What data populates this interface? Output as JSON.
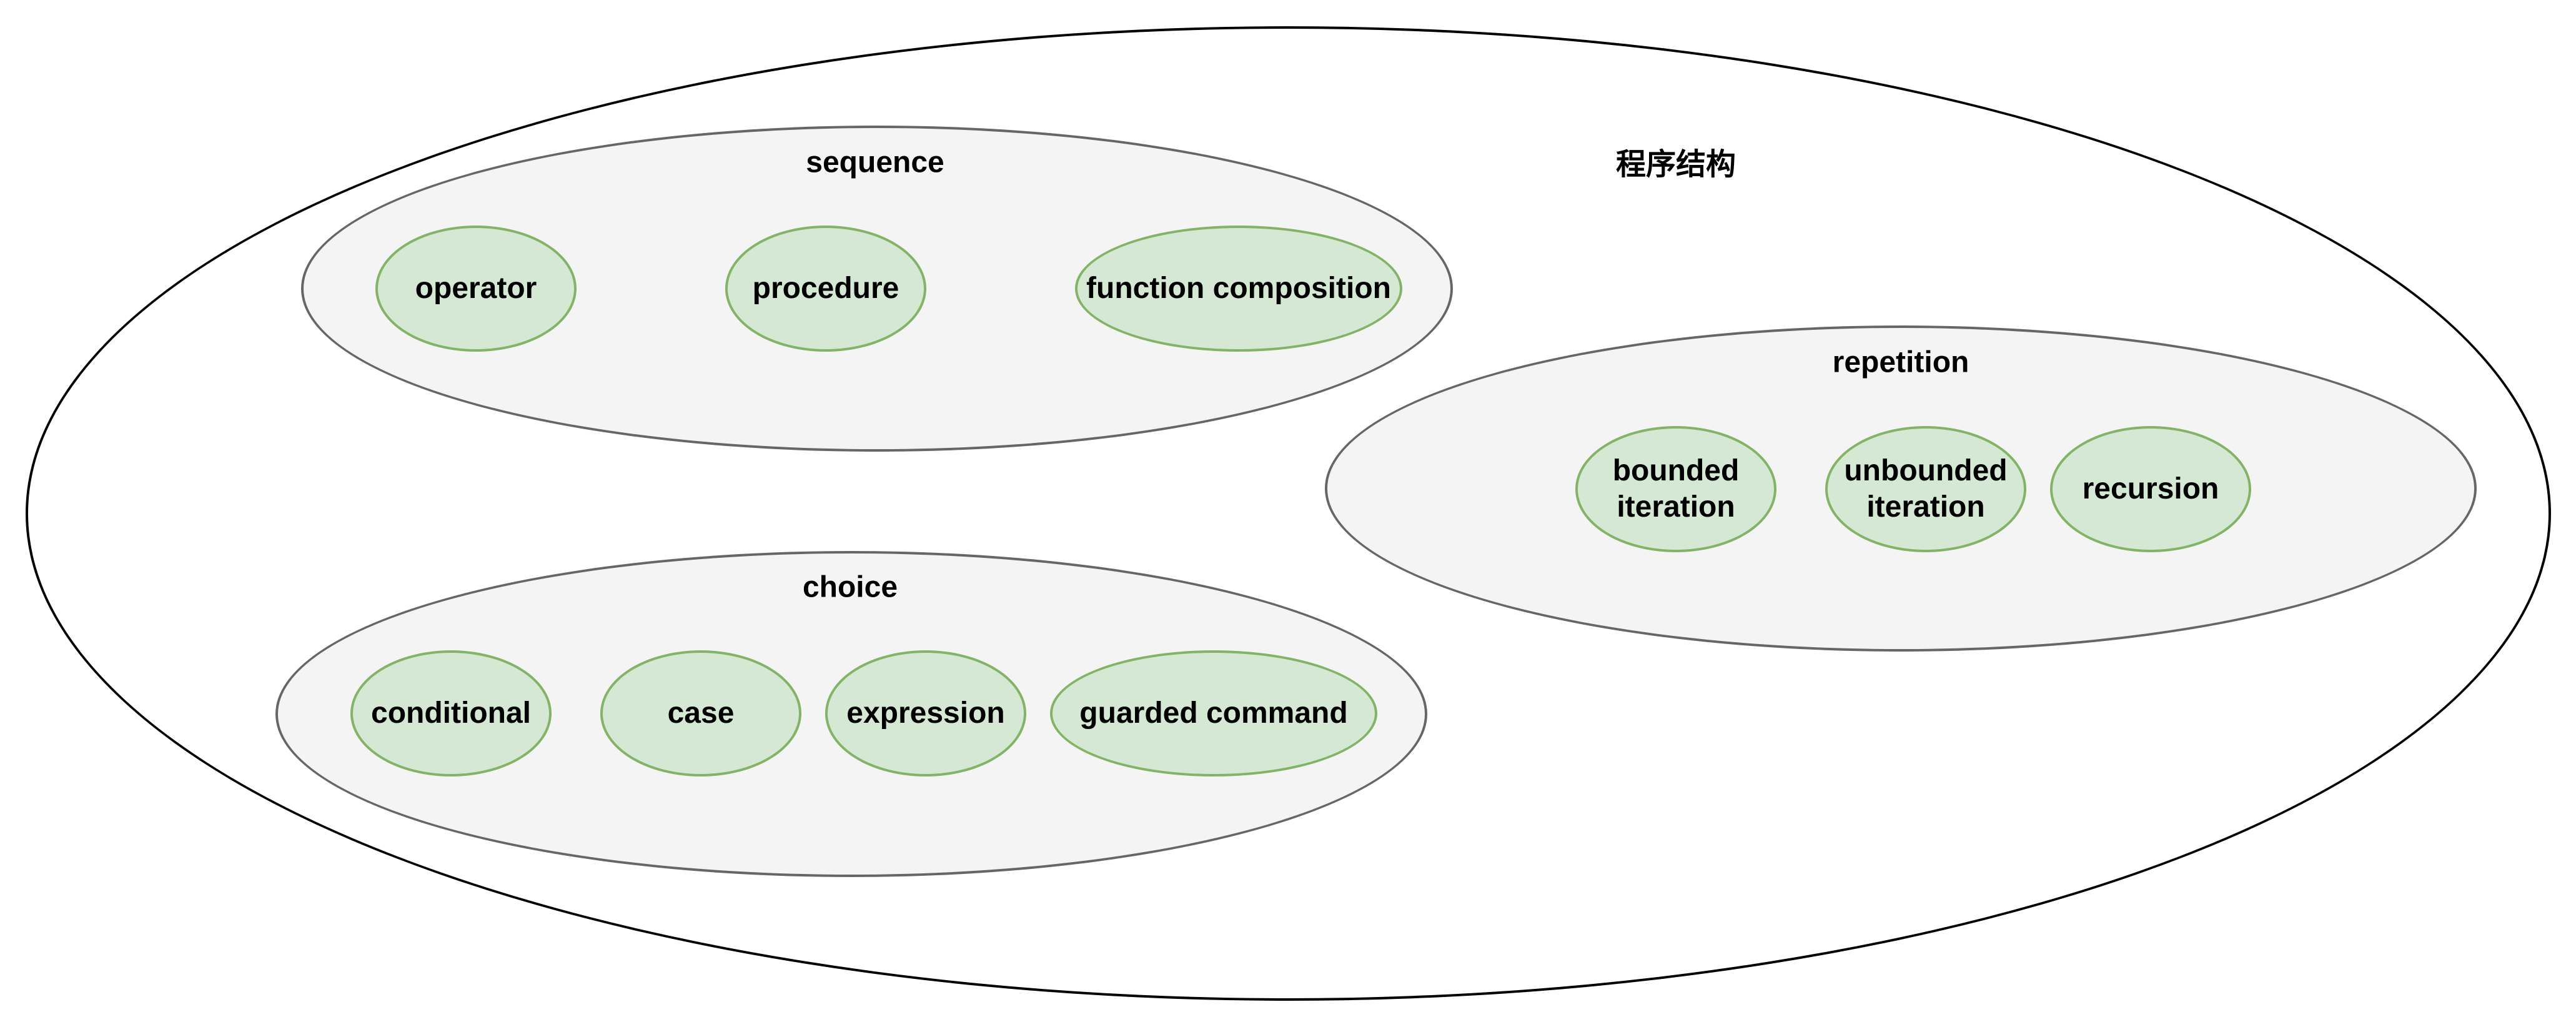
{
  "title": "程序结构",
  "groups": {
    "sequence": {
      "label": "sequence",
      "items": [
        "operator",
        "procedure",
        "function composition"
      ]
    },
    "repetition": {
      "label": "repetition",
      "items": [
        "bounded\niteration",
        "unbounded\niteration",
        "recursion"
      ]
    },
    "choice": {
      "label": "choice",
      "items": [
        "conditional",
        "case",
        "expression",
        "guarded command"
      ]
    }
  },
  "colors": {
    "outer_border": "#000000",
    "group_border": "#666666",
    "group_fill": "#f4f4f4",
    "leaf_border": "#82b366",
    "leaf_fill": "#d5e8d4"
  }
}
